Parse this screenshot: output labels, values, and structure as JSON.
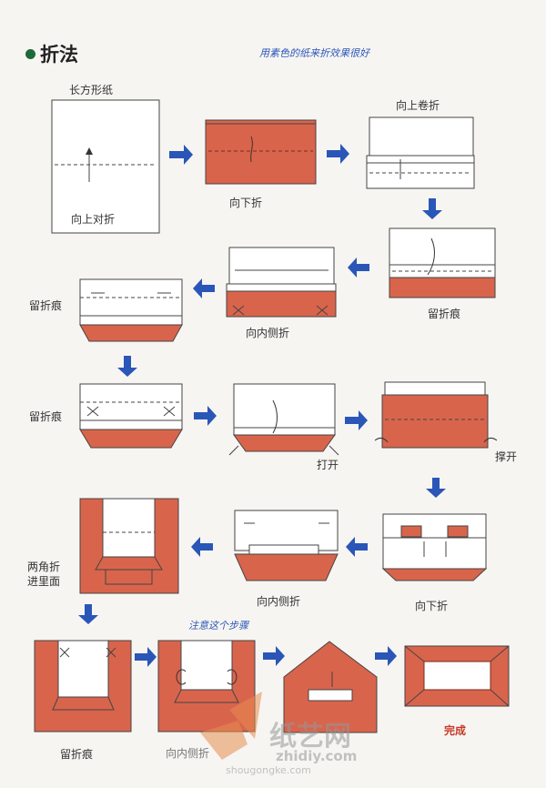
{
  "header": {
    "title": "折法",
    "note": "用素色的纸来折效果很好"
  },
  "labels": {
    "rect_paper": "长方形纸",
    "fold_up_half": "向上对折",
    "fold_down": "向下折",
    "roll_up": "向上卷折",
    "crease_1": "留折痕",
    "inward_1": "向内侧折",
    "crease_2": "留折痕",
    "crease_3": "留折痕",
    "open": "打开",
    "spread": "撑开",
    "fold_down_2": "向下折",
    "inward_2": "向内侧折",
    "corners_in": "两角折\n进里面",
    "attention": "注意这个步骤",
    "crease_4": "留折痕",
    "inward_3": "向内侧折",
    "done": "完成"
  },
  "watermark": {
    "cn": "纸艺网",
    "domain": "zhidiy.com",
    "sub": "shougongke.com"
  },
  "colors": {
    "paper": "#d9644c",
    "paper_light": "#ffffff",
    "arrow": "#2a56b8",
    "title_dot": "#1d6a37"
  }
}
